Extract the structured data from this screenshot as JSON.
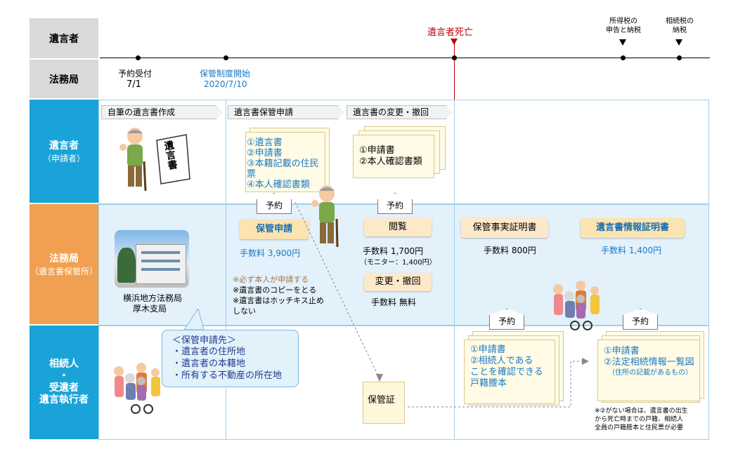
{
  "rows": {
    "testator": "遺言者",
    "bureau": "法務局",
    "applicant_title": "遺言者",
    "applicant_sub": "（申請者）",
    "bureau2_title": "法務局",
    "bureau2_sub": "（遺言書保管所）",
    "heirs_line1": "相続人",
    "heirs_dot": "・",
    "heirs_line2": "受遺者",
    "heirs_line3": "遺言執行者"
  },
  "timeline": {
    "reservation_label": "予約受付",
    "reservation_date": "7/1",
    "start_label": "保管制度開始",
    "start_date": "2020/7/10",
    "death_label": "遺言者死亡",
    "income_tax_1": "所得税の",
    "income_tax_2": "申告と納税",
    "inheritance_tax_1": "相続税の",
    "inheritance_tax_2": "納税"
  },
  "steps": {
    "step1": "自筆の遺言書作成",
    "step2": "遺言書保管申請",
    "step3": "遺言書の変更・撤回"
  },
  "scroll_text": "遺言書",
  "docs": {
    "apply": [
      "①遺言書",
      "②申請書",
      "③本籍記載の住民票",
      "④本人確認書類"
    ],
    "change": [
      "①申請書",
      "②本人確認書類"
    ],
    "heir_cert": [
      "①申請書",
      "②相続人である",
      "ことを確認できる",
      "戸籍謄本"
    ],
    "info_cert": [
      "①申請書",
      "②法定相続情報一覧図"
    ],
    "info_cert_note": "（住所の記載があるもの）"
  },
  "reserve": "予約",
  "bureau": {
    "building_caption_1": "横浜地方法務局",
    "building_caption_2": "厚木支局",
    "apply_btn": "保管申請",
    "apply_fee": "手数料 3,900円",
    "notes": [
      "※必ず本人が申請する",
      "※遺言書のコピーをとる",
      "※遺言書はホッチキス止め",
      "しない"
    ],
    "view_btn": "閲覧",
    "view_fee": "手数料 1,700円",
    "view_fee_monitor": "（モニター：1,400円）",
    "change_btn": "変更・撤回",
    "change_fee": "手数料 無料",
    "cert1_btn": "保管事実証明書",
    "cert1_fee": "手数料 800円",
    "cert2_btn": "遺言書情報証明書",
    "cert2_fee": "手数料 1,400円"
  },
  "callout": {
    "title": "＜保管申請先＞",
    "items": [
      "・遺言者の住所地",
      "・遺言者の本籍地",
      "・所有する不動産の所在地"
    ]
  },
  "certificate": "保管証",
  "footnote": [
    "※②がない場合は、遺言書の出生",
    "から死亡時までの戸籍、相続人",
    "全員の戸籍謄本と住民票が必要"
  ]
}
